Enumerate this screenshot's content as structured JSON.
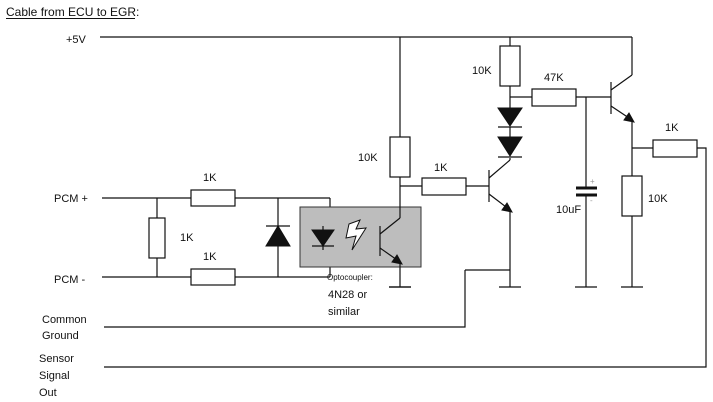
{
  "title": "Cable from ECU to EGR:",
  "rails": {
    "plus5v": "+5V",
    "pcm_plus": "PCM +",
    "pcm_minus": "PCM -",
    "common_ground_1": "Common",
    "common_ground_2": "Ground",
    "sensor_1": "Sensor",
    "sensor_2": "Signal",
    "sensor_3": "Out"
  },
  "components": {
    "r_pcm_plus": "1K",
    "r_shunt": "1K",
    "r_pcm_minus": "1K",
    "r_pullup_opto": "10K",
    "r_base_q1": "1K",
    "r_top_10k": "10K",
    "r_47k": "47K",
    "cap": "10uF",
    "r_out": "1K",
    "r_out_ground": "10K"
  },
  "optocoupler": {
    "label": "Optocoupler:",
    "model_1": "4N28 or",
    "model_2": "similar"
  },
  "colors": {
    "wire": "#111111",
    "opto_fill": "#bdbdbd"
  }
}
